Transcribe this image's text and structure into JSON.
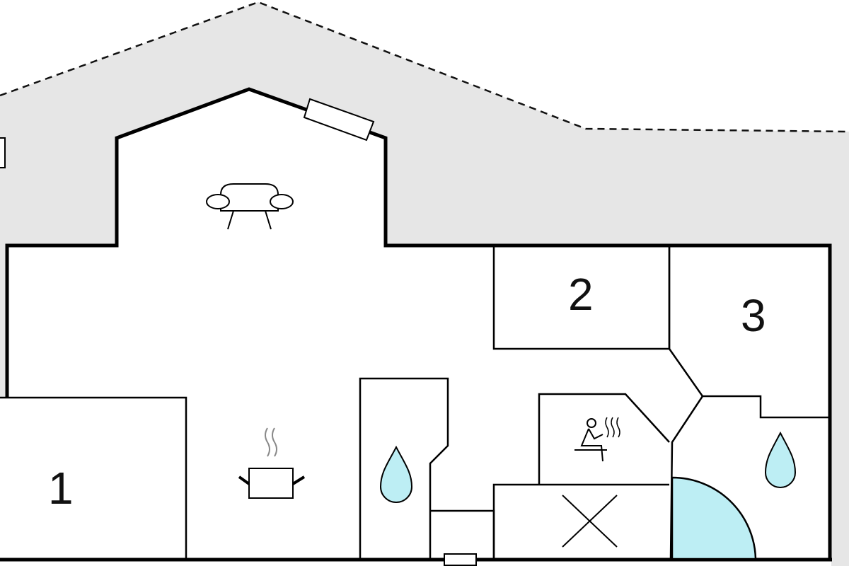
{
  "floor_plan": {
    "rooms": [
      {
        "label": "1"
      },
      {
        "label": "2"
      },
      {
        "label": "3"
      }
    ],
    "icons": [
      "armchair-icon",
      "cooking-pot-icon",
      "sauna-icon",
      "water-drop-icon",
      "water-drop-icon",
      "cross-icon",
      "shower-quarter-circle-icon"
    ],
    "colors": {
      "terrace": "#e6e6e6",
      "water": "#bdeef4",
      "walls": "#000000"
    }
  }
}
